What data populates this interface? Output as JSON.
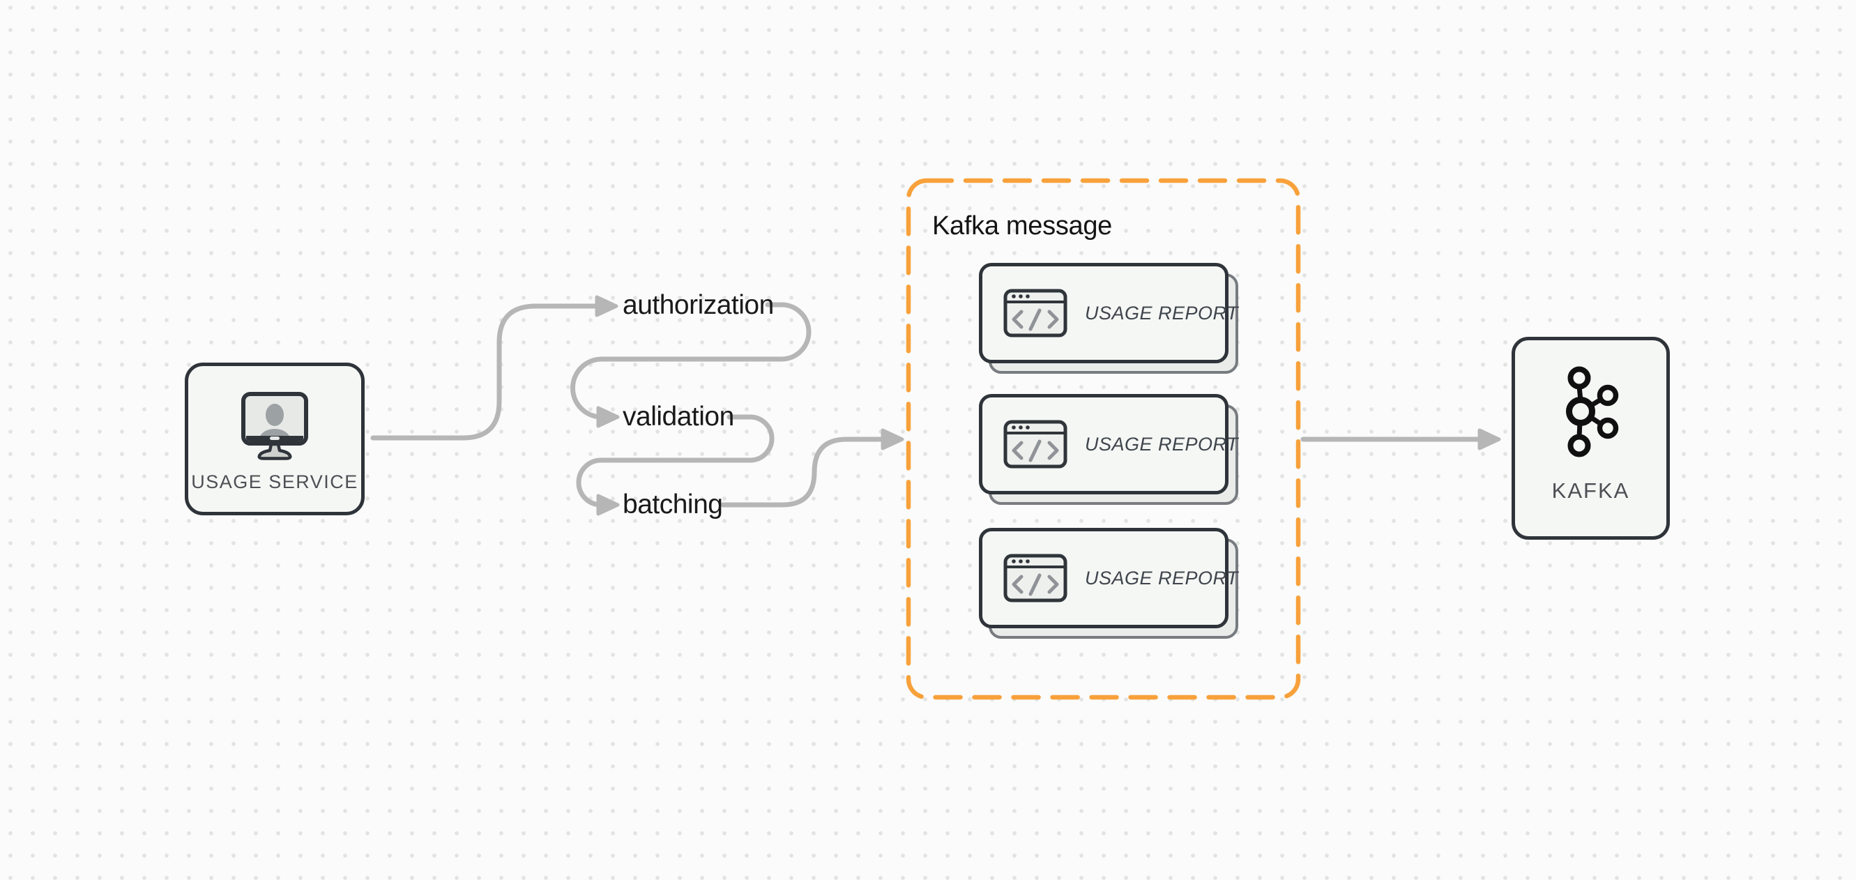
{
  "diagram": {
    "source_node": {
      "label": "USAGE SERVICE",
      "icon": "monitor-user-icon"
    },
    "pipeline_steps": [
      {
        "label": "authorization"
      },
      {
        "label": "validation"
      },
      {
        "label": "batching"
      }
    ],
    "message_group": {
      "title": "Kafka message",
      "cards": [
        {
          "label": "USAGE REPORT",
          "icon": "code-window-icon"
        },
        {
          "label": "USAGE REPORT",
          "icon": "code-window-icon"
        },
        {
          "label": "USAGE REPORT",
          "icon": "code-window-icon"
        }
      ]
    },
    "sink_node": {
      "label": "KAFKA",
      "icon": "kafka-logo-icon"
    },
    "colors": {
      "accent_orange": "#F8A13B",
      "arrow_gray": "#B6B6B6",
      "node_border": "#2F343A",
      "node_fill": "#F5F7F5",
      "label_dark": "#1A1A1A",
      "label_muted": "#4C5054"
    }
  }
}
